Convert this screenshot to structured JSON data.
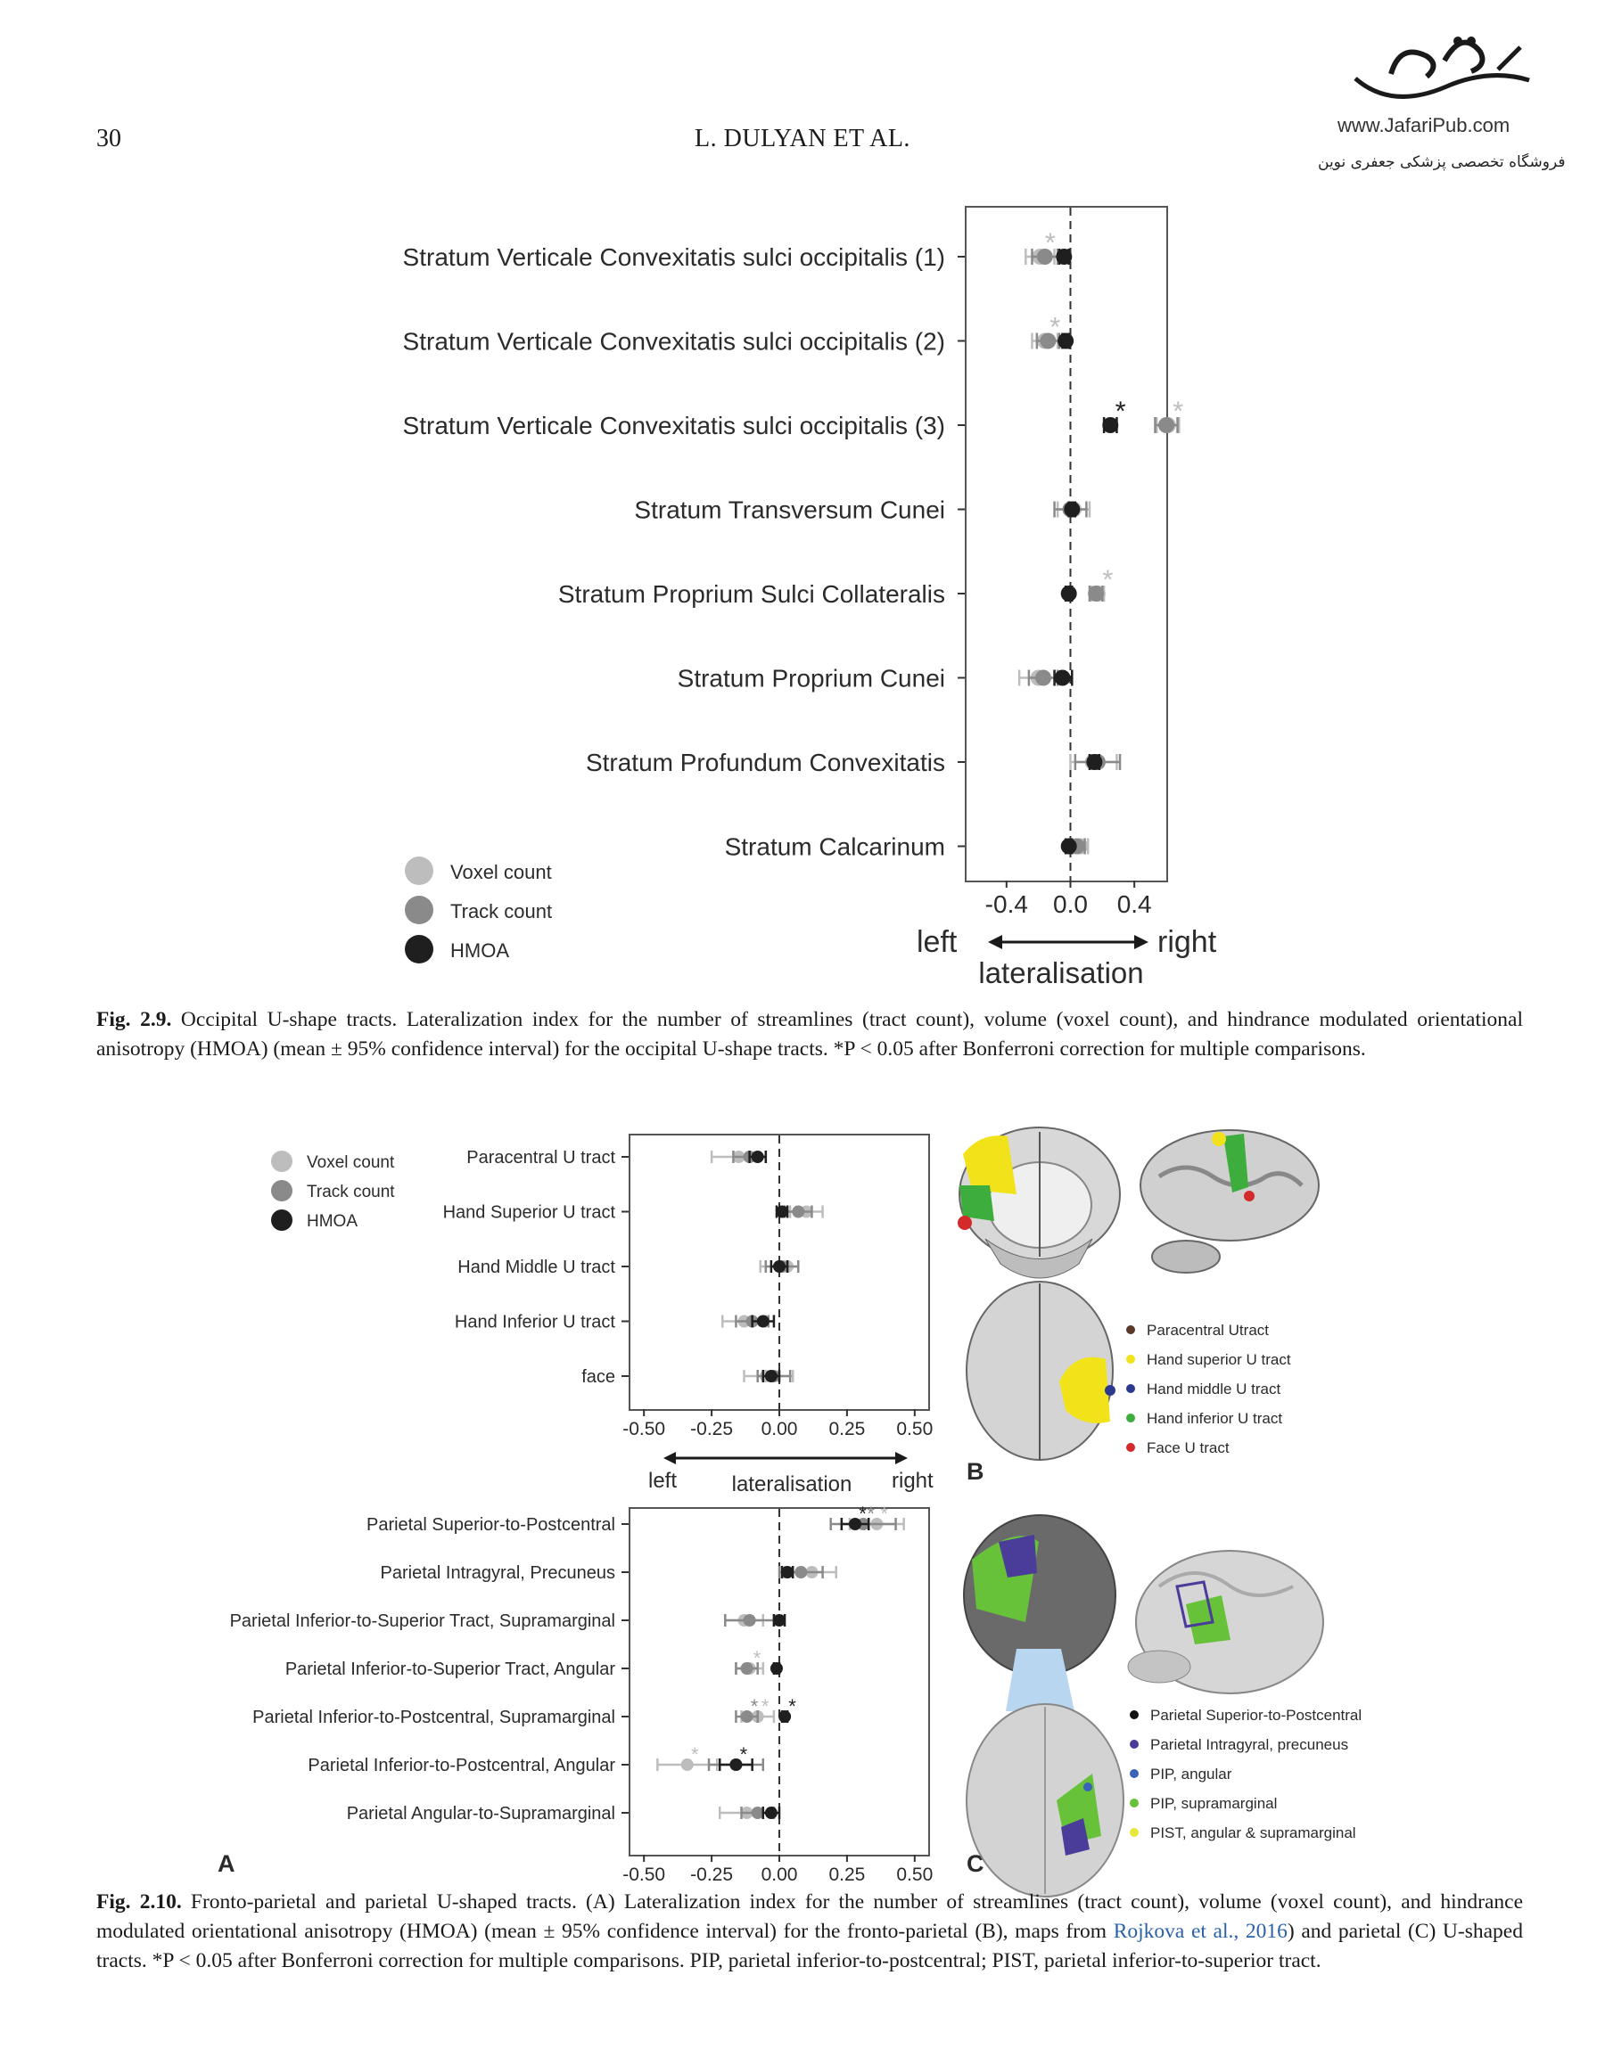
{
  "header": {
    "page_number": "30",
    "running_head": "L. DULYAN ET AL.",
    "watermark_url": "www.JafariPub.com",
    "watermark_text": "فروشگاه تخصصی پزشکی جعفری نوین"
  },
  "colors": {
    "voxel": "#bdbdbd",
    "track": "#8a8a8a",
    "hmoa": "#1f1f1f",
    "accent_link": "#2a62a8"
  },
  "legend": {
    "voxel": "Voxel count",
    "track": "Track count",
    "hmoa": "HMOA"
  },
  "fig29": {
    "caption_label": "Fig. 2.9.",
    "caption_text": "Occipital U-shape tracts. Lateralization index for the number of streamlines (tract count), volume (voxel count), and hindrance modulated orientational anisotropy (HMOA) (mean ± 95% confidence interval) for the occipital U-shape tracts. *P < 0.05 after Bonferroni correction for multiple comparisons.",
    "axis_left": "left",
    "axis_right": "right",
    "axis_title": "lateralisation"
  },
  "fig210": {
    "caption_label": "Fig. 2.10.",
    "caption_text_1": "Fronto-parietal and parietal U-shaped tracts. (A) Lateralization index for the number of streamlines (tract count), volume (voxel count), and hindrance modulated orientational anisotropy (HMOA) (mean ± 95% confidence interval) for the fronto-parietal (B), maps from ",
    "caption_cite": "Rojkova et al., 2016",
    "caption_text_2": ") and parietal (C) U-shaped tracts. *P < 0.05 after Bonferroni correction for multiple comparisons. PIP, parietal inferior-to-postcentral; PIST, parietal inferior-to-superior tract.",
    "panel_a": "A",
    "panel_b": "B",
    "panel_c": "C",
    "axis_left": "left",
    "axis_right": "right",
    "axis_title": "lateralisation",
    "legend_b": [
      "Paracentral Utract",
      "Hand superior U tract",
      "Hand middle U tract",
      "Hand inferior U tract",
      "Face U tract"
    ],
    "legend_b_colors": [
      "#5a3a2a",
      "#f2e21a",
      "#2b3a8f",
      "#3dae3d",
      "#d42a2a"
    ],
    "legend_c": [
      "Parietal Superior-to-Postcentral",
      "Parietal Intragyral, precuneus",
      "PIP, angular",
      "PIP, supramarginal",
      "PIST, angular & supramarginal"
    ],
    "legend_c_colors": [
      "#111111",
      "#4a3d9a",
      "#3a63b8",
      "#67c23a",
      "#e8e83a"
    ]
  },
  "chart_data": [
    {
      "type": "forest",
      "title": "",
      "xlabel": "lateralisation",
      "xlim": [
        -0.65,
        0.6
      ],
      "xticks": [
        "-0.4",
        "0.0",
        "0.4"
      ],
      "categories": [
        "Stratum Verticale Convexitatis sulci occipitalis (1)",
        "Stratum Verticale Convexitatis sulci occipitalis (2)",
        "Stratum Verticale Convexitatis sulci occipitalis (3)",
        "Stratum Transversum Cunei",
        "Stratum Proprium Sulci Collateralis",
        "Stratum Proprium Cunei",
        "Stratum Profundum Convexitatis",
        "Stratum Calcarinum"
      ],
      "series": [
        {
          "name": "Voxel count",
          "mean": [
            -0.19,
            -0.16,
            0.61,
            0.02,
            0.17,
            -0.2,
            0.14,
            0.06
          ],
          "lo": [
            -0.28,
            -0.24,
            0.54,
            -0.08,
            0.13,
            -0.32,
            0.0,
            0.01
          ],
          "hi": [
            -0.1,
            -0.08,
            0.68,
            0.12,
            0.21,
            -0.08,
            0.29,
            0.11
          ],
          "sig": [
            true,
            true,
            true,
            false,
            true,
            false,
            false,
            false
          ]
        },
        {
          "name": "Track count",
          "mean": [
            -0.16,
            -0.14,
            0.6,
            0.0,
            0.16,
            -0.17,
            0.17,
            0.04
          ],
          "lo": [
            -0.24,
            -0.21,
            0.53,
            -0.1,
            0.12,
            -0.26,
            0.03,
            0.0
          ],
          "hi": [
            -0.08,
            -0.07,
            0.67,
            0.1,
            0.2,
            -0.08,
            0.31,
            0.09
          ],
          "sig": [
            false,
            false,
            false,
            false,
            false,
            false,
            false,
            false
          ]
        },
        {
          "name": "HMOA",
          "mean": [
            -0.04,
            -0.03,
            0.25,
            0.01,
            -0.01,
            -0.05,
            0.15,
            -0.01
          ],
          "lo": [
            -0.07,
            -0.05,
            0.21,
            -0.01,
            -0.03,
            -0.1,
            0.12,
            -0.03
          ],
          "hi": [
            -0.01,
            -0.01,
            0.29,
            0.03,
            0.01,
            0.01,
            0.18,
            0.01
          ],
          "sig": [
            false,
            false,
            true,
            false,
            false,
            false,
            false,
            false
          ]
        }
      ]
    },
    {
      "type": "forest",
      "title": "",
      "xlabel": "lateralisation",
      "xlim": [
        -0.55,
        0.55
      ],
      "xticks": [
        "-0.50",
        "-0.25",
        "0.00",
        "0.25",
        "0.50"
      ],
      "categories": [
        "Paracentral U tract",
        "Hand Superior U tract",
        "Hand Middle U tract",
        "Hand Inferior U tract",
        "face"
      ],
      "series": [
        {
          "name": "Voxel count",
          "mean": [
            -0.15,
            0.1,
            0.03,
            -0.13,
            -0.05
          ],
          "lo": [
            -0.25,
            0.04,
            -0.07,
            -0.21,
            -0.13
          ],
          "hi": [
            -0.05,
            0.16,
            0.07,
            -0.05,
            0.05
          ],
          "sig": [
            false,
            false,
            false,
            false,
            false
          ]
        },
        {
          "name": "Track count",
          "mean": [
            -0.11,
            0.07,
            0.01,
            -0.1,
            -0.02
          ],
          "lo": [
            -0.17,
            0.02,
            -0.05,
            -0.16,
            -0.08
          ],
          "hi": [
            -0.05,
            0.12,
            0.07,
            -0.04,
            0.04
          ],
          "sig": [
            false,
            false,
            false,
            false,
            false
          ]
        },
        {
          "name": "HMOA",
          "mean": [
            -0.08,
            0.01,
            0.0,
            -0.06,
            -0.03
          ],
          "lo": [
            -0.11,
            -0.01,
            -0.03,
            -0.1,
            -0.06
          ],
          "hi": [
            -0.05,
            0.03,
            0.03,
            -0.02,
            0.0
          ],
          "sig": [
            false,
            false,
            false,
            false,
            false
          ]
        }
      ]
    },
    {
      "type": "forest",
      "title": "",
      "xlabel": "",
      "xlim": [
        -0.55,
        0.55
      ],
      "xticks": [
        "-0.50",
        "-0.25",
        "0.00",
        "0.25",
        "0.50"
      ],
      "categories": [
        "Parietal Superior-to-Postcentral",
        "Parietal Intragyral, Precuneus",
        "Parietal Inferior-to-Superior Tract, Supramarginal",
        "Parietal Inferior-to-Superior Tract, Angular",
        "Parietal Inferior-to-Postcentral, Supramarginal",
        "Parietal Inferior-to-Postcentral, Angular",
        "Parietal Angular-to-Supramarginal"
      ],
      "series": [
        {
          "name": "Voxel count",
          "mean": [
            0.36,
            0.12,
            -0.13,
            -0.11,
            -0.08,
            -0.34,
            -0.12
          ],
          "lo": [
            0.26,
            0.02,
            -0.2,
            -0.16,
            -0.14,
            -0.45,
            -0.22
          ],
          "hi": [
            0.46,
            0.21,
            -0.06,
            -0.06,
            -0.02,
            -0.23,
            -0.02
          ],
          "sig": [
            true,
            false,
            false,
            true,
            true,
            true,
            false
          ]
        },
        {
          "name": "Track count",
          "mean": [
            0.31,
            0.08,
            -0.11,
            -0.12,
            -0.12,
            -0.16,
            -0.08
          ],
          "lo": [
            0.19,
            0.0,
            -0.2,
            -0.16,
            -0.16,
            -0.26,
            -0.14
          ],
          "hi": [
            0.43,
            0.16,
            -0.02,
            -0.08,
            -0.08,
            -0.06,
            -0.02
          ],
          "sig": [
            true,
            false,
            false,
            false,
            true,
            false,
            false
          ]
        },
        {
          "name": "HMOA",
          "mean": [
            0.28,
            0.03,
            0.0,
            -0.01,
            0.02,
            -0.16,
            -0.03
          ],
          "lo": [
            0.23,
            0.01,
            -0.02,
            -0.02,
            0.01,
            -0.22,
            -0.06
          ],
          "hi": [
            0.33,
            0.05,
            0.02,
            0.0,
            0.03,
            -0.1,
            0.0
          ],
          "sig": [
            true,
            false,
            false,
            false,
            true,
            true,
            false
          ]
        }
      ]
    }
  ]
}
